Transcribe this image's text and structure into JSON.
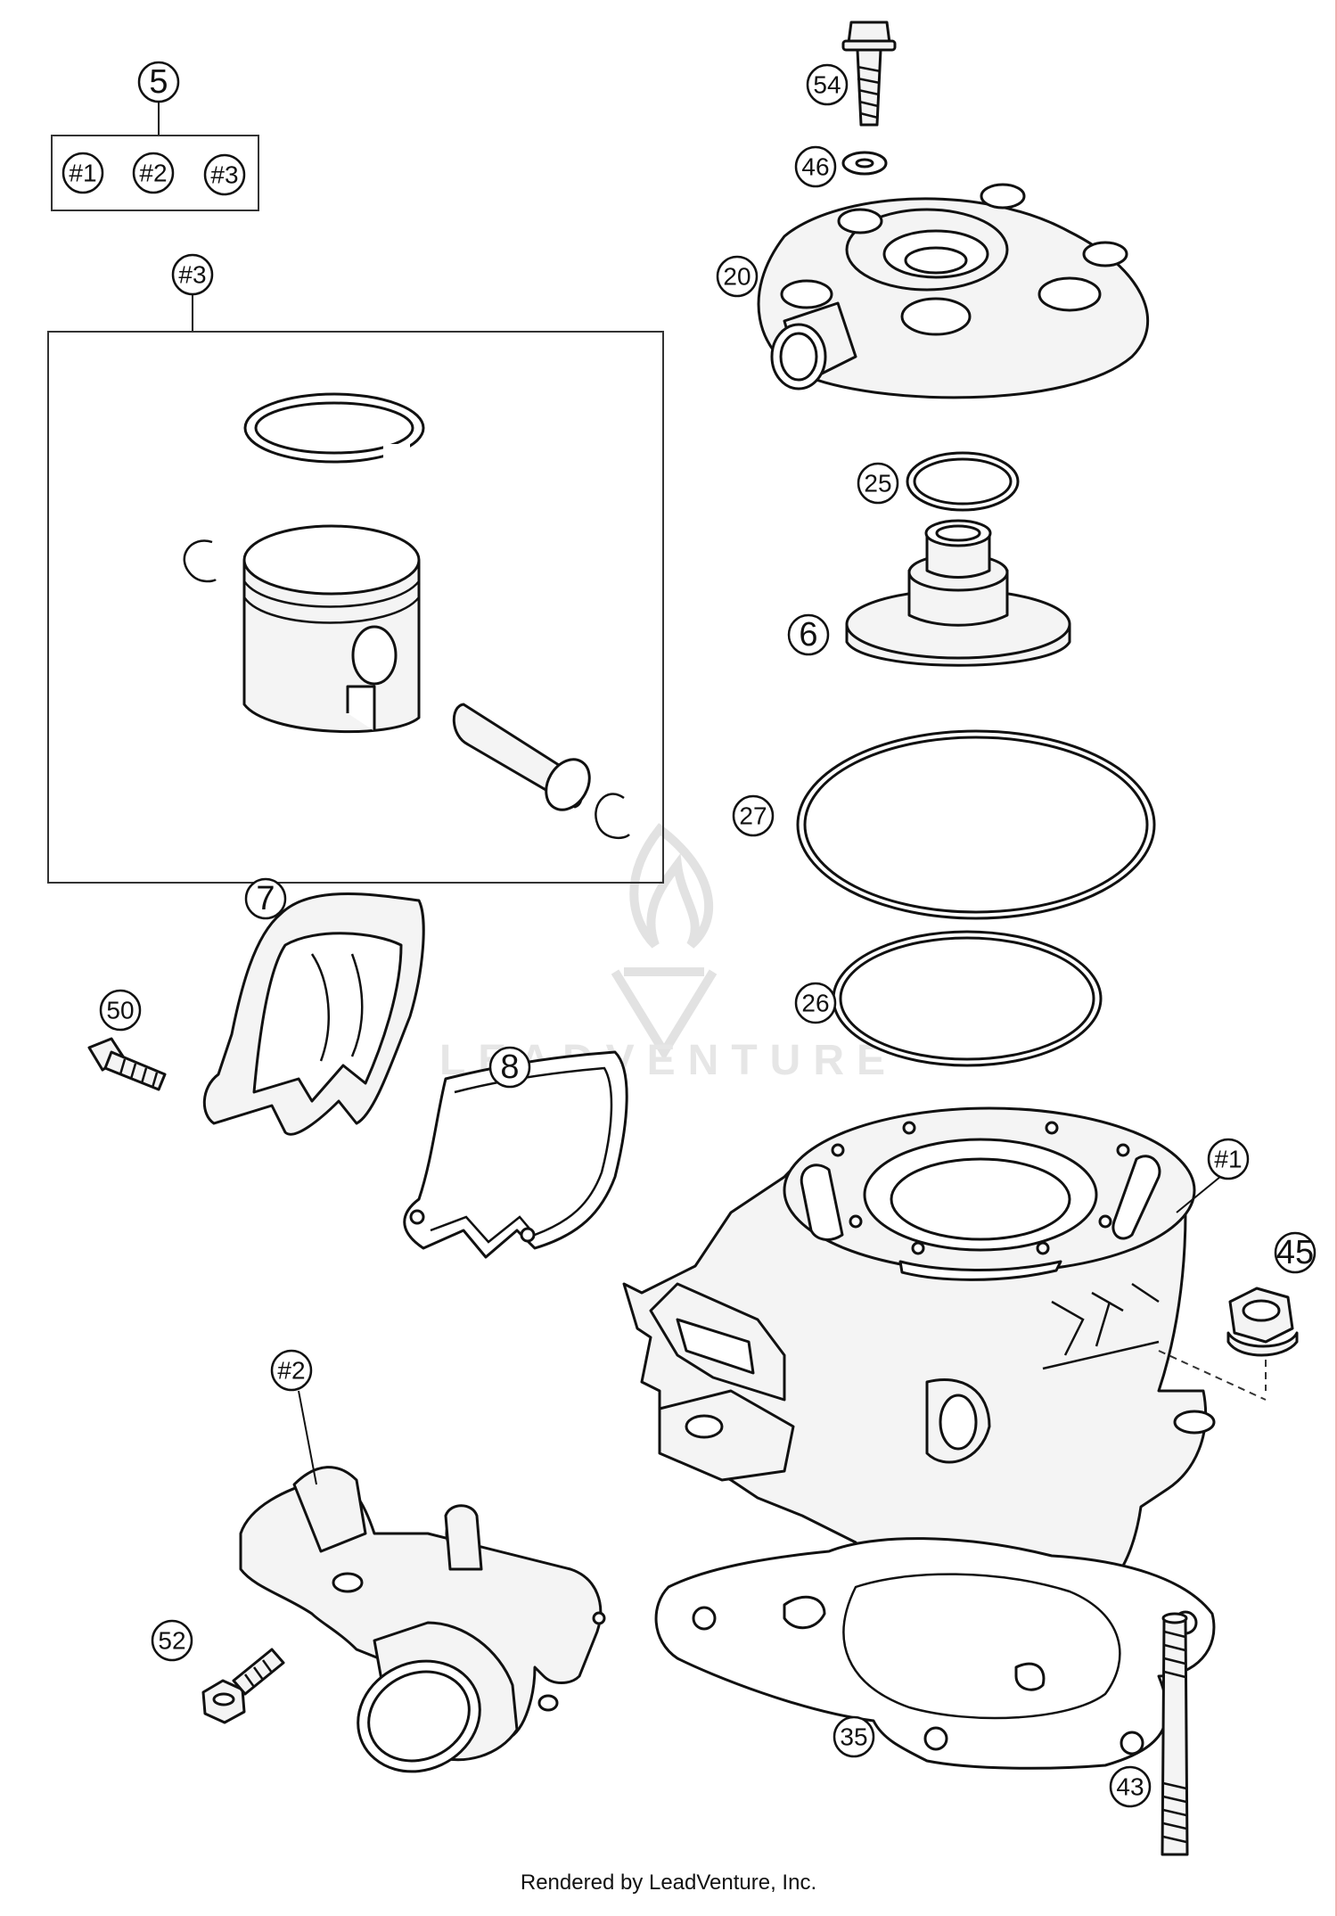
{
  "callouts": {
    "c5": "5",
    "c5_1": "#1",
    "c5_2": "#2",
    "c5_3": "#3",
    "c3": "#3",
    "c54": "54",
    "c46": "46",
    "c20": "20",
    "c25": "25",
    "c6": "6",
    "c27": "27",
    "c26": "26",
    "c7": "7",
    "c50": "50",
    "c8": "8",
    "c1": "#1",
    "c45": "45",
    "c2": "#2",
    "c52": "52",
    "c35": "35",
    "c43": "43"
  },
  "watermark": {
    "text": "LEADVENTURE"
  },
  "footer": {
    "text": "Rendered by LeadVenture, Inc."
  },
  "colors": {
    "line": "#111111",
    "fill": "#f4f4f4",
    "watermark": "#e2e2e2",
    "edge": "#f3b3b3"
  }
}
